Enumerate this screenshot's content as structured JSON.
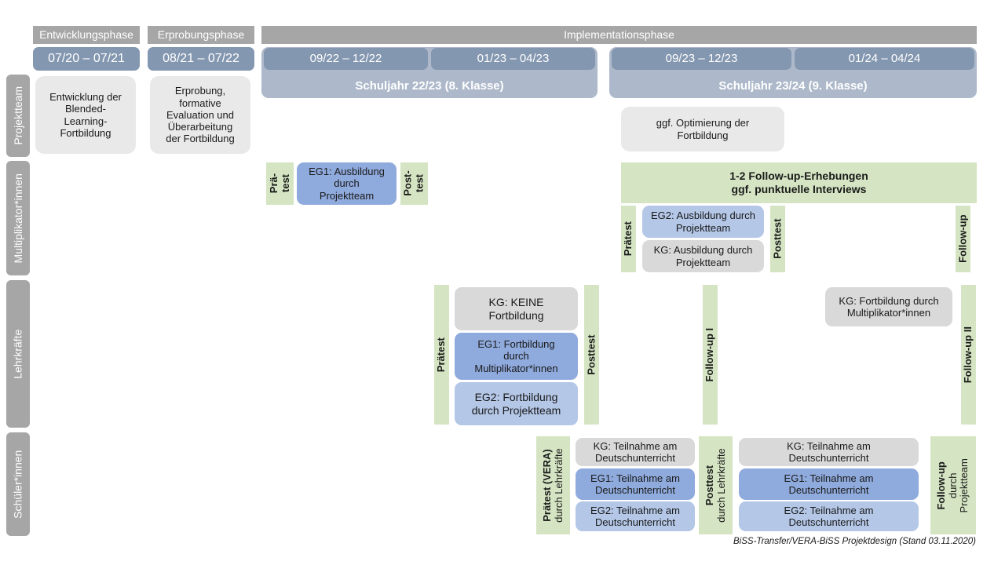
{
  "footer": {
    "credit": "BiSS-Transfer/VERA-BiSS Projektdesign (Stand 03.11.2020)"
  },
  "colors": {
    "phase_header_gray": "#a6a6a6",
    "period_blue": "#8497b0",
    "schoolyear_blue": "#adb9ca",
    "row_label_gray": "#a6a6a6",
    "card_gray_light": "#e9e9e9",
    "card_gray": "#d9d9d9",
    "card_blue_medium": "#8faadc",
    "card_blue_light": "#b4c7e7",
    "test_green": "#d5e5c3"
  },
  "phases": [
    {
      "label": "Entwicklungsphase"
    },
    {
      "label": "Erprobungsphase"
    },
    {
      "label": "Implementationsphase"
    }
  ],
  "periods": [
    {
      "label": "07/20 – 07/21"
    },
    {
      "label": "08/21 – 07/22"
    },
    {
      "label": "09/22 – 12/22"
    },
    {
      "label": "01/23 – 04/23"
    },
    {
      "label": "09/23 – 12/23"
    },
    {
      "label": "01/24 – 04/24"
    }
  ],
  "school_years": [
    {
      "label": "Schuljahr 22/23 (8. Klasse)"
    },
    {
      "label": "Schuljahr 23/24 (9. Klasse)"
    }
  ],
  "rows": [
    {
      "id": "projektteam",
      "label": "Projektteam"
    },
    {
      "id": "multiplikatorinnen",
      "label": "Multiplikator*innen"
    },
    {
      "id": "lehrkraefte",
      "label": "Lehrkräfte"
    },
    {
      "id": "schuelerinnen",
      "label": "Schüler*innen"
    }
  ],
  "projektteam": {
    "entwicklung": {
      "lines": [
        "Entwicklung der",
        "Blended-",
        "Learning-",
        "Fortbildung"
      ]
    },
    "erprobung": {
      "lines": [
        "Erprobung,",
        "formative",
        "Evaluation und",
        "Überarbeitung",
        "der Fortbildung"
      ]
    },
    "optimierung": {
      "lines": [
        "ggf. Optimierung der",
        "Fortbildung"
      ]
    }
  },
  "multiplikatoren": {
    "praetest_short": {
      "line1": "Prä-",
      "line2": "test"
    },
    "posttest_short": {
      "line1": "Post-",
      "line2": "test"
    },
    "eg1_sj1": {
      "lines": [
        "EG1: Ausbildung",
        "durch",
        "Projektteam"
      ]
    },
    "followup_banner": {
      "line1": "1-2 Follow-up-Erhebungen",
      "line2": "ggf. punktuelle Interviews"
    },
    "praetest": "Prätest",
    "posttest": "Posttest",
    "followup": "Follow-up",
    "eg2_sj2": {
      "lines": [
        "EG2:  Ausbildung durch",
        "Projektteam"
      ]
    },
    "kg_sj2": {
      "lines": [
        "KG: Ausbildung durch",
        "Projektteam"
      ]
    }
  },
  "lehrkraefte": {
    "praetest": "Prätest",
    "posttest": "Posttest",
    "followup_1": "Follow-up I",
    "followup_2": "Follow-up II",
    "kg_keine": {
      "lines": [
        "KG:  KEINE",
        "Fortbildung"
      ]
    },
    "eg1": {
      "lines": [
        "EG1: Fortbildung",
        "durch",
        "Multiplikator*innen"
      ]
    },
    "eg2": {
      "lines": [
        "EG2: Fortbildung",
        "durch Projektteam"
      ]
    },
    "kg_fort": {
      "lines": [
        "KG: Fortbildung durch",
        "Multiplikator*innen"
      ]
    }
  },
  "schuelerinnen": {
    "praetest": {
      "line1": "Prätest (VERA)",
      "line2": "durch Lehrkräfte"
    },
    "posttest": {
      "line1": "Posttest",
      "line2": "durch Lehrkräfte"
    },
    "followup": {
      "line1": "Follow-up",
      "line2": "durch",
      "line3": "Projektteam"
    },
    "block1": [
      {
        "group": "KG",
        "lines": [
          "KG: Teilnahme am",
          "Deutschunterricht"
        ]
      },
      {
        "group": "EG1",
        "lines": [
          "EG1: Teilnahme am",
          "Deutschunterricht"
        ]
      },
      {
        "group": "EG2",
        "lines": [
          "EG2: Teilnahme am",
          "Deutschunterricht"
        ]
      }
    ],
    "block2": [
      {
        "group": "KG",
        "lines": [
          "KG: Teilnahme am",
          "Deutschunterricht"
        ]
      },
      {
        "group": "EG1",
        "lines": [
          "EG1: Teilnahme am",
          "Deutschunterricht"
        ]
      },
      {
        "group": "EG2",
        "lines": [
          "EG2: Teilnahme am",
          "Deutschunterricht"
        ]
      }
    ]
  }
}
